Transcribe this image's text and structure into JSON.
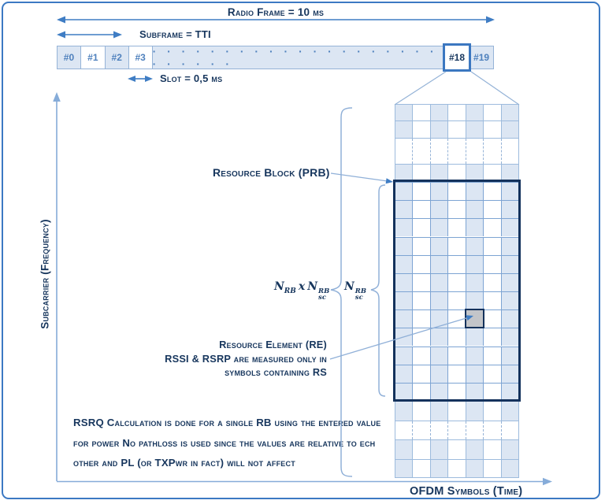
{
  "header": {
    "radio_frame": "Radio Frame = 10 ms",
    "subframe": "Subframe = TTI",
    "slot": "Slot = 0,5 ms"
  },
  "timeline": {
    "slots": [
      "#0",
      "#1",
      "#2",
      "#3"
    ],
    "ellipsis": "· · · · · · · · · · · · · · · · · · · · · · · · · ·",
    "slot_18": "#18",
    "slot_19": "#19"
  },
  "axes": {
    "vertical": "Subcarrier (Frequency)",
    "horizontal": "OFDM Symbols (Time)"
  },
  "annotations": {
    "prb_label": "Resource Block (PRB)",
    "re_label": "Resource Element (RE)",
    "re_note_line1": "RSSI & RSRP are measured only in",
    "re_note_line2": "symbols containing RS",
    "formula_total": {
      "base": "N",
      "sub": "RB",
      "operator": "x",
      "base2": "N",
      "sub2": "sc",
      "sup2": "RB"
    },
    "formula_rb": {
      "base": "N",
      "sub": "sc",
      "sup": "RB"
    }
  },
  "note": {
    "line1": "RSRQ Calculation is done for a single RB using the entered value",
    "line2": "for power No pathloss is used since the values are relative to ech",
    "line3": "other and PL (or TXPwr in fact) will not affect"
  },
  "grid": {
    "columns": 7,
    "rows_above_prb": 4,
    "prb_rows": 12,
    "rows_below_prb": 4,
    "dashed_row_above_index": 2,
    "dashed_row_below_index": 1
  },
  "colors": {
    "navy_text": "#17365d",
    "mid_blue": "#4f81bd",
    "arrow_blue": "#3f7dc4",
    "cell_fill": "#dce6f3",
    "line_blue": "#9dbbdd",
    "prb_line_blue": "#7da4d3",
    "dashed_line_blue": "#95b3d7",
    "brace_blue": "#90b0d8",
    "axis_blue": "#86acd9",
    "prb_border": "#14325c",
    "re_fill": "#c3c5c9",
    "frame_border": "#3c79c3"
  }
}
